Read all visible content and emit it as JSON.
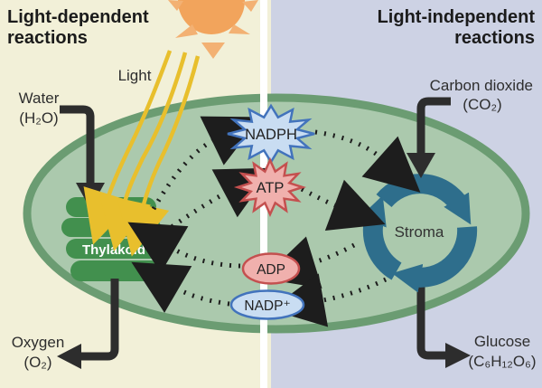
{
  "titles": {
    "left": {
      "line1": "Light-dependent",
      "line2": "reactions"
    },
    "right": {
      "line1": "Light-independent",
      "line2": "reactions"
    }
  },
  "labels": {
    "light": "Light",
    "water_name": "Water",
    "water_formula": "(H₂O)",
    "oxygen_name": "Oxygen",
    "oxygen_formula": "(O₂)",
    "co2_name": "Carbon dioxide",
    "co2_formula": "(CO₂)",
    "glucose_name": "Glucose",
    "glucose_formula": "(C₆H₁₂O₆)",
    "thylakoid": "Thylakoid",
    "stroma": "Stroma"
  },
  "molecules": {
    "nadph": "NADPH",
    "atp": "ATP",
    "adp": "ADP",
    "nadp_plus": "NADP⁺"
  },
  "colors": {
    "left_bg": "#F2F0D8",
    "right_bg": "#CDD2E4",
    "divider": "#FFFFFF",
    "sun": "#F2A45C",
    "sun_ray": "#F3B173",
    "light_ray": "#E8BF2D",
    "chloroplast_fill": "#ABC9AD",
    "chloroplast_border": "#6B9C72",
    "thylakoid": "#42904E",
    "cycle": "#2E6E8C",
    "nadph_fill": "#C9DDF2",
    "nadph_border": "#4273BC",
    "atp_fill": "#F0B0AD",
    "atp_border": "#C4504F",
    "black_arrow": "#2D2D2D",
    "dotted_arrow": "#1D1D1D",
    "title_text": "#1B1B1B",
    "label_text": "#2E2E2E",
    "molecule_text": "#222222",
    "thylakoid_text": "#FFFFFF",
    "stroma_text": "#333333"
  }
}
